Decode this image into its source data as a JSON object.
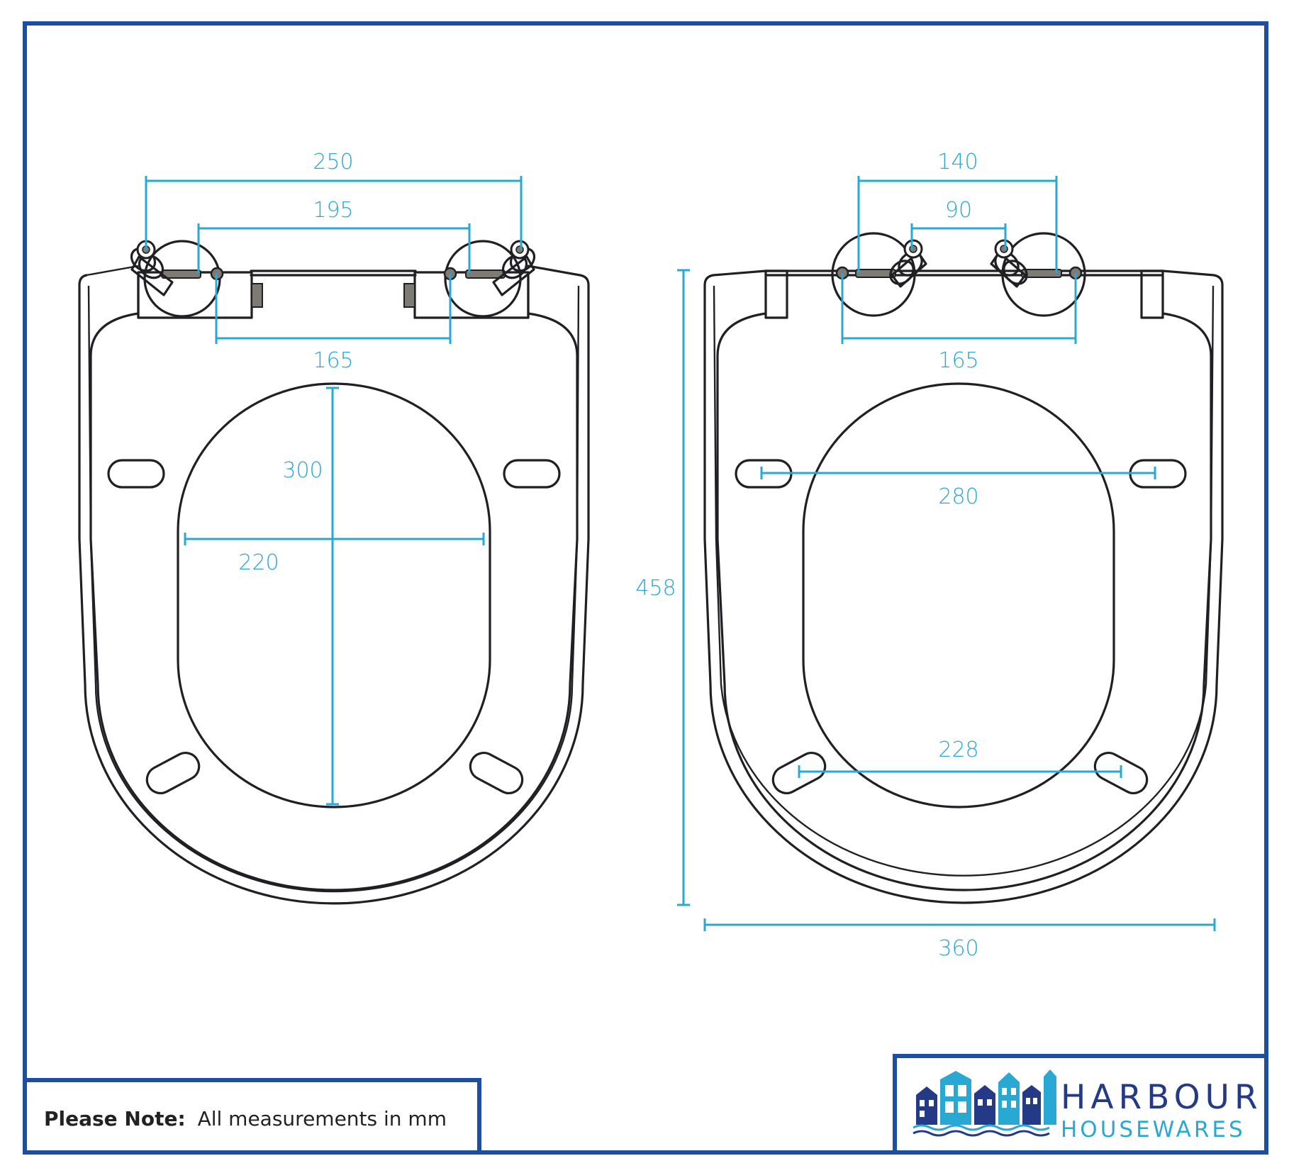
{
  "dimensions": {
    "left": {
      "hinge_outer": "250",
      "hinge_inner": "195",
      "fixing_holes": "165",
      "opening_length": "300",
      "opening_width": "220"
    },
    "right": {
      "hinge_outer": "140",
      "hinge_inner": "90",
      "fixing_holes": "165",
      "bumper_upper": "280",
      "bumper_lower": "228",
      "overall_length": "458",
      "overall_width": "360"
    }
  },
  "note": {
    "label": "Please Note:",
    "text": "All measurements in mm"
  },
  "brand": {
    "line1": "HARBOUR",
    "line2": "HOUSEWARES"
  },
  "colors": {
    "frame": "#1d4ea0",
    "dimension": "#2aa8d4",
    "outline": "#1f1f24",
    "brand_primary": "#243a87",
    "brand_accent": "#2aa8d4"
  }
}
